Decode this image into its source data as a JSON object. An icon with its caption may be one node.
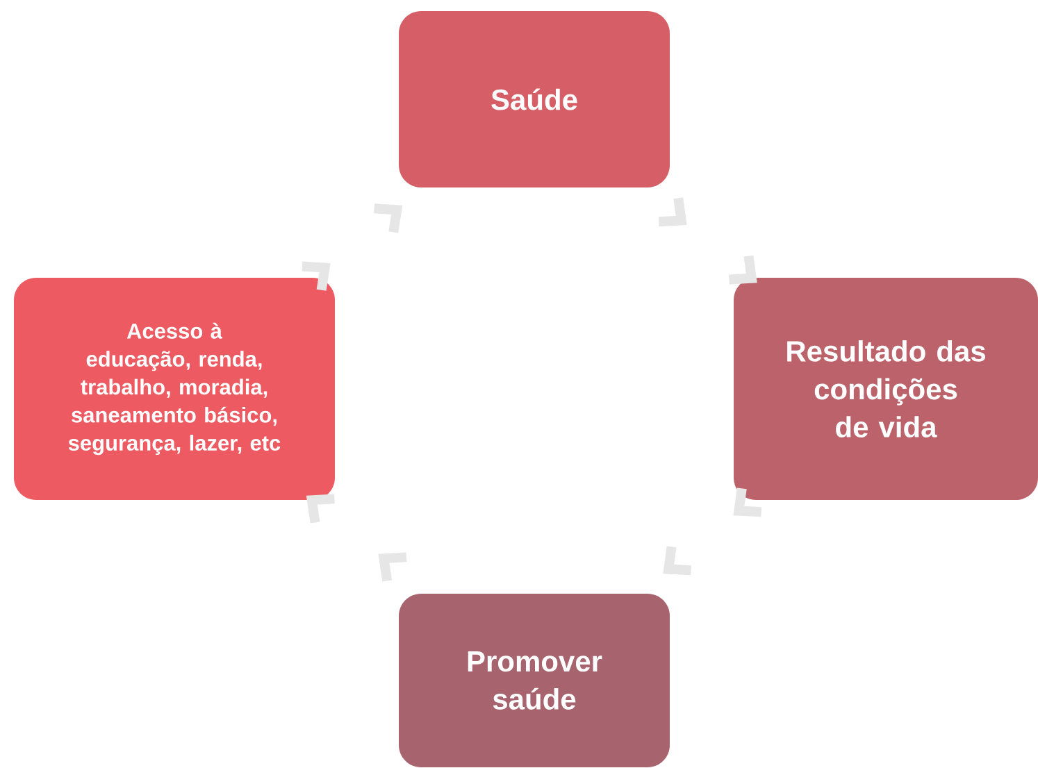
{
  "diagram": {
    "nodes": [
      {
        "text": [
          "Saúde"
        ]
      },
      {
        "text": [
          "Resultado das condições de vida"
        ]
      },
      {
        "text": [
          "Promover saúde"
        ]
      },
      {
        "text": [
          "Acesso à educação, renda, trabalho, moradia, saneamento básico, segurança, lazer, etc"
        ]
      }
    ],
    "edges": [
      {
        "from": 0,
        "to": 1,
        "arrow": "to"
      },
      {
        "from": 1,
        "to": 2,
        "arrow": "to"
      },
      {
        "from": 2,
        "to": 3,
        "arrow": "to"
      },
      {
        "from": 3,
        "to": 0,
        "arrow": "to"
      }
    ]
  }
}
